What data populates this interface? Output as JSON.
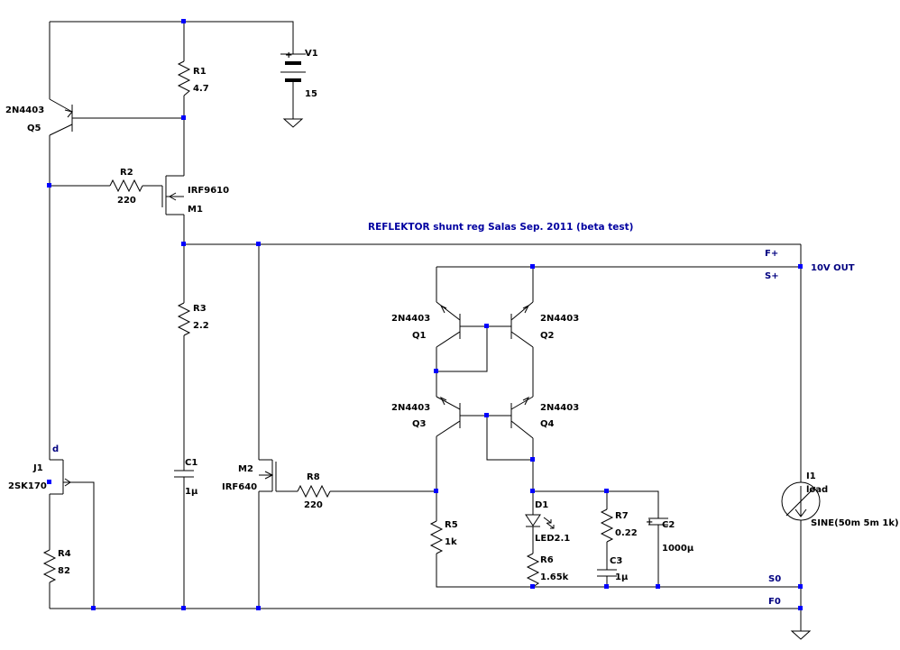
{
  "title": "REFLEKTOR shunt reg Salas Sep. 2011 (beta test)",
  "components": {
    "v1": {
      "name": "V1",
      "value": "15"
    },
    "r1": {
      "name": "R1",
      "value": "4.7"
    },
    "q5": {
      "name": "Q5",
      "model": "2N4403"
    },
    "r2": {
      "name": "R2",
      "value": "220"
    },
    "m1": {
      "name": "M1",
      "model": "IRF9610"
    },
    "r3": {
      "name": "R3",
      "value": "2.2"
    },
    "c1": {
      "name": "C1",
      "value": "1μ"
    },
    "j1": {
      "name": "J1",
      "model": "2SK170",
      "pin": "d"
    },
    "r4": {
      "name": "R4",
      "value": "82"
    },
    "m2": {
      "name": "M2",
      "model": "IRF640"
    },
    "r8": {
      "name": "R8",
      "value": "220"
    },
    "q1": {
      "name": "Q1",
      "model": "2N4403"
    },
    "q2": {
      "name": "Q2",
      "model": "2N4403"
    },
    "q3": {
      "name": "Q3",
      "model": "2N4403"
    },
    "q4": {
      "name": "Q4",
      "model": "2N4403"
    },
    "r5": {
      "name": "R5",
      "value": "1k"
    },
    "d1": {
      "name": "D1",
      "value": "LED2.1"
    },
    "r6": {
      "name": "R6",
      "value": "1.65k"
    },
    "r7": {
      "name": "R7",
      "value": "0.22"
    },
    "c3": {
      "name": "C3",
      "value": "1μ"
    },
    "c2": {
      "name": "C2",
      "value": "1000μ"
    },
    "i1": {
      "name": "I1",
      "value": "load",
      "source": "SINE(50m 5m 1k)"
    }
  },
  "nets": {
    "f_plus": "F+",
    "s_plus": "S+",
    "out": "10V OUT",
    "s0": "S0",
    "f0": "F0"
  },
  "polarity": {
    "plus": "+"
  }
}
